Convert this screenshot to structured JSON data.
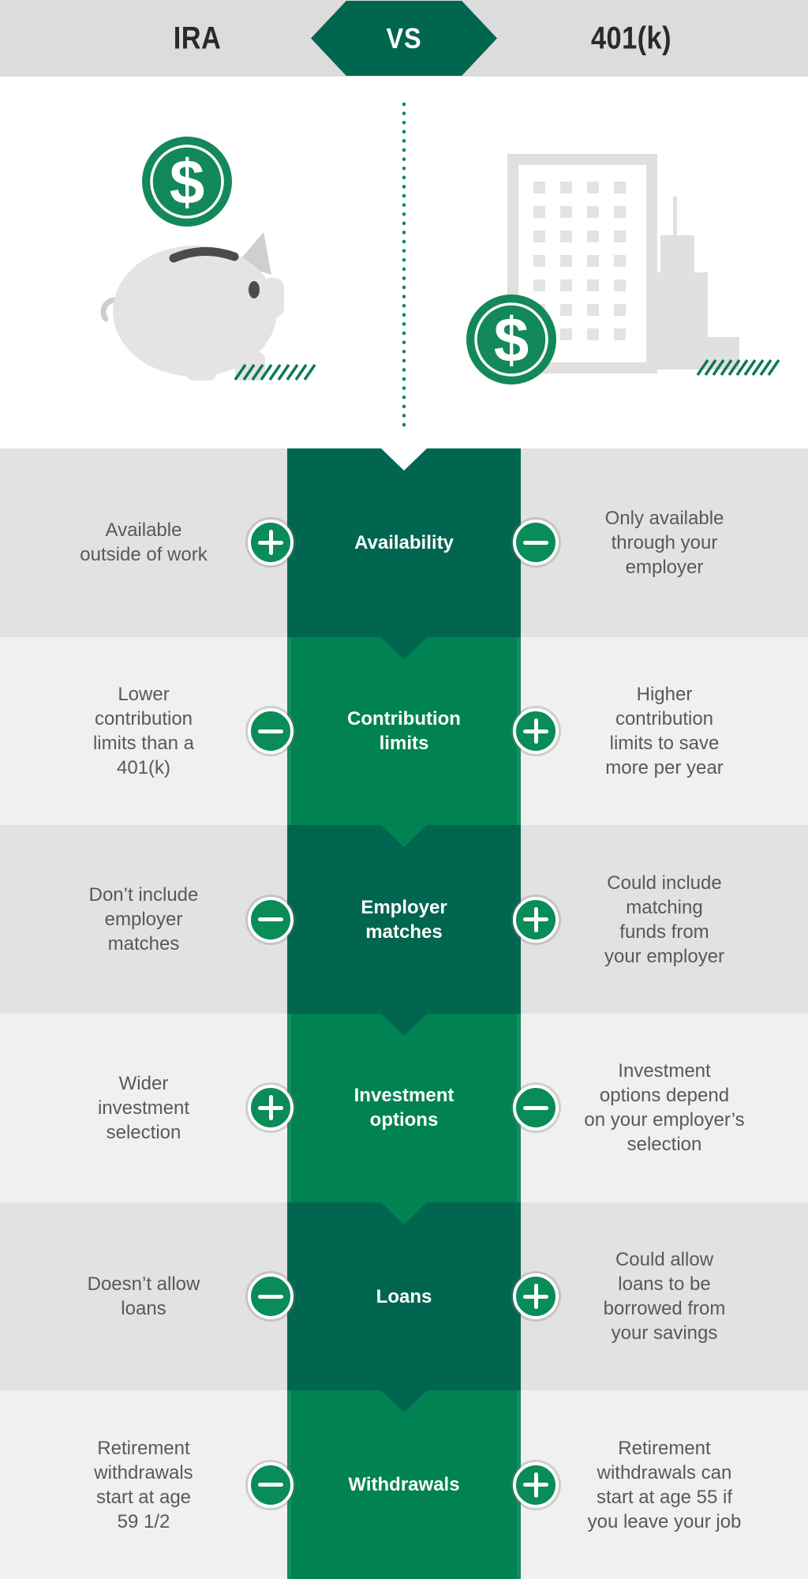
{
  "header": {
    "left_title": "IRA",
    "vs_label": "VS",
    "right_title": "401(k)"
  },
  "hero": {
    "left_illustration": "piggy-bank-with-dollar-coin",
    "right_illustration": "office-buildings-with-dollar-coin",
    "dollar_sign": "$"
  },
  "colors": {
    "dark_green": "#00664F",
    "light_green": "#008253",
    "icon_green": "#0A8C58",
    "coin_green": "#13885A",
    "header_gray": "#DCDCDC",
    "row_gray_dark": "#E2E2E2",
    "row_gray_light": "#F0F0F1",
    "text_gray": "#58595C",
    "title_black": "#2B292E",
    "hatch_green": "#0B7B52",
    "illus_gray": "#E3E3E3"
  },
  "rows": [
    {
      "label": "Availability",
      "tone": "dark",
      "prev": "white",
      "left": {
        "text": "Available\noutside of work",
        "sign": "plus"
      },
      "right": {
        "text": "Only available\nthrough your\nemployer",
        "sign": "minus"
      }
    },
    {
      "label": "Contribution\nlimits",
      "tone": "light",
      "prev": "dark",
      "left": {
        "text": "Lower\ncontribution\nlimits than a\n401(k)",
        "sign": "minus"
      },
      "right": {
        "text": "Higher\ncontribution\nlimits to save\nmore per year",
        "sign": "plus"
      }
    },
    {
      "label": "Employer\nmatches",
      "tone": "dark",
      "prev": "light",
      "left": {
        "text": "Don’t include\nemployer\nmatches",
        "sign": "minus"
      },
      "right": {
        "text": "Could include\nmatching\nfunds from\nyour employer",
        "sign": "plus"
      }
    },
    {
      "label": "Investment\noptions",
      "tone": "light",
      "prev": "dark",
      "left": {
        "text": "Wider\ninvestment\nselection",
        "sign": "plus"
      },
      "right": {
        "text": "Investment\noptions depend\non your employer’s\nselection",
        "sign": "minus"
      }
    },
    {
      "label": "Loans",
      "tone": "dark",
      "prev": "light",
      "left": {
        "text": "Doesn’t allow\nloans",
        "sign": "minus"
      },
      "right": {
        "text": "Could allow\nloans to be\nborrowed from\nyour savings",
        "sign": "plus"
      }
    },
    {
      "label": "Withdrawals",
      "tone": "light",
      "prev": "dark",
      "left": {
        "text": "Retirement\nwithdrawals\nstart at age\n59 1/2",
        "sign": "minus"
      },
      "right": {
        "text": "Retirement\nwithdrawals can\nstart at age 55 if\nyou leave your job",
        "sign": "plus"
      }
    }
  ]
}
